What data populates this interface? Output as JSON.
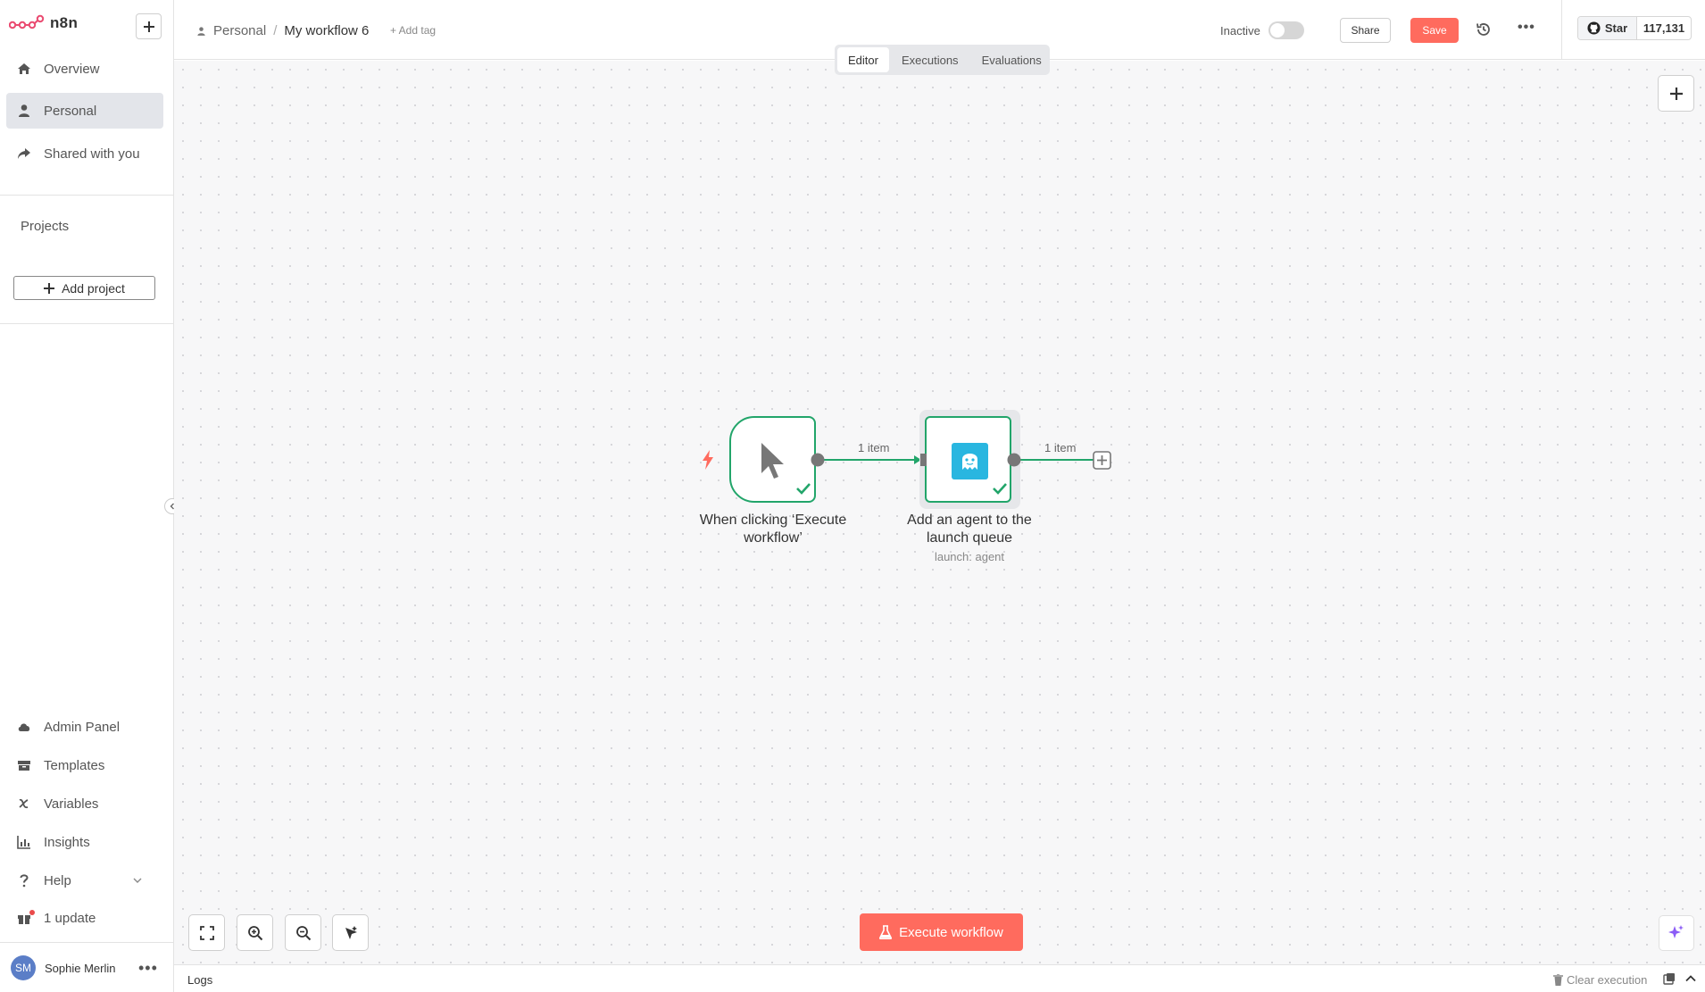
{
  "sidebar": {
    "brand": "n8n",
    "nav": [
      {
        "label": "Overview",
        "icon": "home-icon"
      },
      {
        "label": "Personal",
        "icon": "user-icon",
        "active": true
      },
      {
        "label": "Shared with you",
        "icon": "share-icon"
      }
    ],
    "projects_label": "Projects",
    "add_project_label": "Add project",
    "bottom_nav": [
      {
        "label": "Admin Panel",
        "icon": "cloud-icon"
      },
      {
        "label": "Templates",
        "icon": "box-icon"
      },
      {
        "label": "Variables",
        "icon": "variable-icon"
      },
      {
        "label": "Insights",
        "icon": "chart-icon"
      },
      {
        "label": "Help",
        "icon": "help-icon"
      },
      {
        "label": "1 update",
        "icon": "gift-icon"
      }
    ],
    "user": {
      "initials": "SM",
      "name": "Sophie Merlin"
    }
  },
  "header": {
    "breadcrumb_project": "Personal",
    "breadcrumb_sep": "/",
    "workflow_name": "My workflow 6",
    "add_tag": "+ Add tag",
    "status_label": "Inactive",
    "share_label": "Share",
    "save_label": "Save",
    "github_star": "Star",
    "github_count": "117,131"
  },
  "tabs": [
    {
      "label": "Editor",
      "active": true
    },
    {
      "label": "Executions"
    },
    {
      "label": "Evaluations"
    }
  ],
  "workflow": {
    "nodes": [
      {
        "label": "When clicking ‘Execute workflow’",
        "label_line1": "When clicking ‘Execute",
        "label_line2": "workflow’"
      },
      {
        "label": "Add an agent to the launch queue",
        "label_line1": "Add an agent to the",
        "label_line2": "launch queue",
        "subtitle": "launch: agent"
      }
    ],
    "edges": [
      {
        "label": "1 item"
      },
      {
        "label": "1 item"
      }
    ]
  },
  "canvas": {
    "execute_label": "Execute workflow"
  },
  "logs": {
    "label": "Logs",
    "clear_label": "Clear execution"
  },
  "colors": {
    "accent": "#ff6b5e",
    "success": "#22a56a",
    "node_icon_bg": "#29b6e0"
  }
}
